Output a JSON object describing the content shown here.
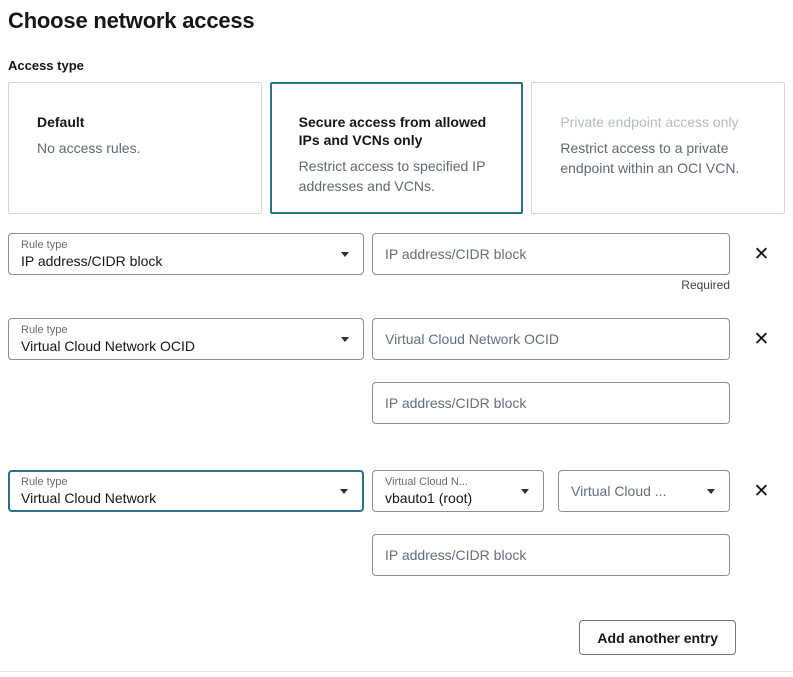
{
  "header": {
    "title": "Choose network access"
  },
  "access_type": {
    "label": "Access type",
    "options": [
      {
        "title": "Default",
        "description": "No access rules.",
        "state": "normal"
      },
      {
        "title": "Secure access from allowed IPs and VCNs only",
        "description": "Restrict access to specified IP addresses and VCNs.",
        "state": "selected"
      },
      {
        "title": "Private endpoint access only",
        "description": "Restrict access to a private endpoint within an OCI VCN.",
        "state": "disabled"
      }
    ]
  },
  "rules": [
    {
      "rule_type_label": "Rule type",
      "rule_type_value": "IP address/CIDR block",
      "ip_placeholder": "IP address/CIDR block",
      "ip_value": "",
      "required_hint": "Required"
    },
    {
      "rule_type_label": "Rule type",
      "rule_type_value": "Virtual Cloud Network OCID",
      "ocid_placeholder": "Virtual Cloud Network OCID",
      "ocid_value": "",
      "ip_placeholder": "IP address/CIDR block",
      "ip_value": ""
    },
    {
      "rule_type_label": "Rule type",
      "rule_type_value": "Virtual Cloud Network",
      "compartment_label": "Virtual Cloud N...",
      "compartment_value": "vbauto1 (root)",
      "vcn_placeholder": "Virtual Cloud ...",
      "ip_placeholder": "IP address/CIDR block",
      "ip_value": ""
    }
  ],
  "buttons": {
    "add_entry": "Add another entry",
    "remove_entry_icon": "✕"
  },
  "colors": {
    "accent": "#2c7089",
    "input_border": "#8d8d8d",
    "card_border": "#d6d6d6",
    "text_primary": "#181614",
    "text_secondary": "#5f6972",
    "text_disabled": "#b5bcc2",
    "label_gray": "#6b6b6b",
    "placeholder": "#62707c",
    "divider": "#e4e4e4"
  }
}
